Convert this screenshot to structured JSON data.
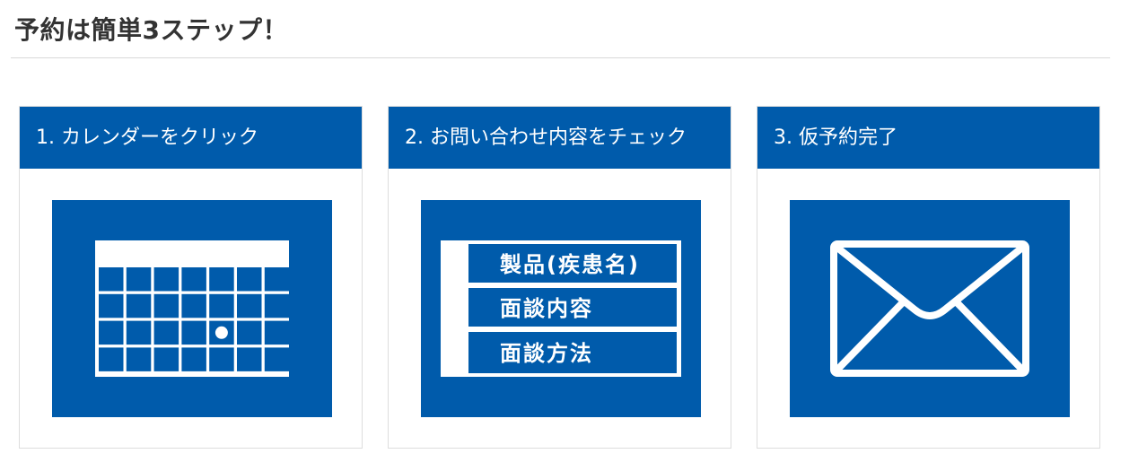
{
  "page": {
    "title": "予約は簡単3ステップ！"
  },
  "steps": [
    {
      "label": "1. カレンダーをクリック",
      "icon": "calendar-icon"
    },
    {
      "label": "2. お問い合わせ内容をチェック",
      "icon": "form-checklist-icon",
      "form_fields": [
        "製品(疾患名)",
        "面談内容",
        "面談方法"
      ]
    },
    {
      "label": "3. 仮予約完了",
      "icon": "envelope-icon"
    }
  ],
  "colors": {
    "brand_blue": "#005bab",
    "heading_text": "#333333",
    "card_border": "#dddddd"
  }
}
